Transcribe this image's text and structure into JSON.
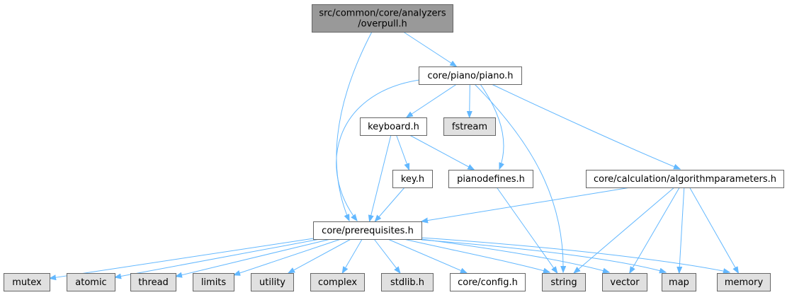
{
  "colors": {
    "highlight_fill": "#999999",
    "header_fill": "#ffffff",
    "system_fill": "#e0e0e0",
    "border": "#666666",
    "edge": "#63b8ff",
    "text": "#000000"
  },
  "nodes": [
    {
      "id": "overpull",
      "lines": [
        "src/common/core/analyzers",
        "/overpull.h"
      ],
      "kind": "highlight"
    },
    {
      "id": "piano",
      "lines": [
        "core/piano/piano.h"
      ],
      "kind": "header"
    },
    {
      "id": "keyboard",
      "lines": [
        "keyboard.h"
      ],
      "kind": "header"
    },
    {
      "id": "fstream",
      "lines": [
        "fstream"
      ],
      "kind": "system"
    },
    {
      "id": "key",
      "lines": [
        "key.h"
      ],
      "kind": "header"
    },
    {
      "id": "pianodefines",
      "lines": [
        "pianodefines.h"
      ],
      "kind": "header"
    },
    {
      "id": "algorithmparameters",
      "lines": [
        "core/calculation/algorithmparameters.h"
      ],
      "kind": "header"
    },
    {
      "id": "prerequisites",
      "lines": [
        "core/prerequisites.h"
      ],
      "kind": "header"
    },
    {
      "id": "mutex",
      "lines": [
        "mutex"
      ],
      "kind": "system"
    },
    {
      "id": "atomic",
      "lines": [
        "atomic"
      ],
      "kind": "system"
    },
    {
      "id": "thread",
      "lines": [
        "thread"
      ],
      "kind": "system"
    },
    {
      "id": "limits",
      "lines": [
        "limits"
      ],
      "kind": "system"
    },
    {
      "id": "utility",
      "lines": [
        "utility"
      ],
      "kind": "system"
    },
    {
      "id": "complex",
      "lines": [
        "complex"
      ],
      "kind": "system"
    },
    {
      "id": "stdlib",
      "lines": [
        "stdlib.h"
      ],
      "kind": "system"
    },
    {
      "id": "config",
      "lines": [
        "core/config.h"
      ],
      "kind": "header"
    },
    {
      "id": "string",
      "lines": [
        "string"
      ],
      "kind": "system"
    },
    {
      "id": "vector",
      "lines": [
        "vector"
      ],
      "kind": "system"
    },
    {
      "id": "map",
      "lines": [
        "map"
      ],
      "kind": "system"
    },
    {
      "id": "memory",
      "lines": [
        "memory"
      ],
      "kind": "system"
    }
  ],
  "edges": [
    {
      "from": "overpull",
      "to": "piano"
    },
    {
      "from": "overpull",
      "to": "prerequisites"
    },
    {
      "from": "piano",
      "to": "prerequisites"
    },
    {
      "from": "piano",
      "to": "keyboard"
    },
    {
      "from": "piano",
      "to": "fstream"
    },
    {
      "from": "piano",
      "to": "pianodefines"
    },
    {
      "from": "piano",
      "to": "string"
    },
    {
      "from": "piano",
      "to": "algorithmparameters"
    },
    {
      "from": "keyboard",
      "to": "prerequisites"
    },
    {
      "from": "keyboard",
      "to": "key"
    },
    {
      "from": "keyboard",
      "to": "pianodefines"
    },
    {
      "from": "key",
      "to": "prerequisites"
    },
    {
      "from": "pianodefines",
      "to": "string"
    },
    {
      "from": "algorithmparameters",
      "to": "prerequisites"
    },
    {
      "from": "algorithmparameters",
      "to": "string"
    },
    {
      "from": "algorithmparameters",
      "to": "vector"
    },
    {
      "from": "algorithmparameters",
      "to": "map"
    },
    {
      "from": "algorithmparameters",
      "to": "memory"
    },
    {
      "from": "prerequisites",
      "to": "mutex"
    },
    {
      "from": "prerequisites",
      "to": "atomic"
    },
    {
      "from": "prerequisites",
      "to": "thread"
    },
    {
      "from": "prerequisites",
      "to": "limits"
    },
    {
      "from": "prerequisites",
      "to": "utility"
    },
    {
      "from": "prerequisites",
      "to": "complex"
    },
    {
      "from": "prerequisites",
      "to": "stdlib"
    },
    {
      "from": "prerequisites",
      "to": "config"
    },
    {
      "from": "prerequisites",
      "to": "string"
    },
    {
      "from": "prerequisites",
      "to": "vector"
    },
    {
      "from": "prerequisites",
      "to": "map"
    },
    {
      "from": "prerequisites",
      "to": "memory"
    }
  ]
}
